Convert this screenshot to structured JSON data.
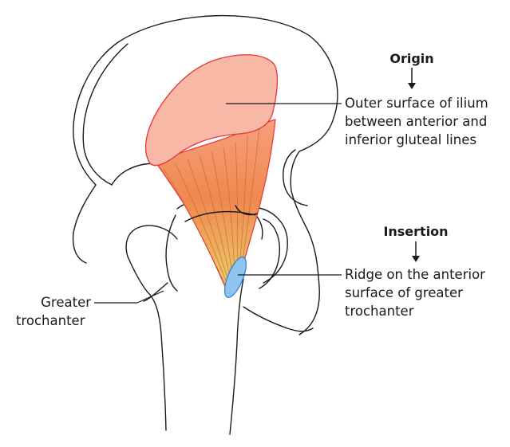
{
  "origin": {
    "heading": "Origin",
    "lines": [
      "Outer surface of ilium",
      "between anterior and",
      "inferior gluteal lines"
    ]
  },
  "insertion": {
    "heading": "Insertion",
    "lines": [
      "Ridge on the anterior",
      "surface of greater",
      "trochanter"
    ]
  },
  "greater_trochanter": {
    "lines": [
      "Greater",
      "trochanter"
    ]
  },
  "colors": {
    "origin_fill": "#f7b8a6",
    "origin_stroke": "#e8333a",
    "muscle_top": "#f08a5a",
    "muscle_bottom": "#e8d66a",
    "insertion_fill": "#8ec4ef",
    "insertion_stroke": "#2a7fd0",
    "line": "#1a1a1a"
  }
}
